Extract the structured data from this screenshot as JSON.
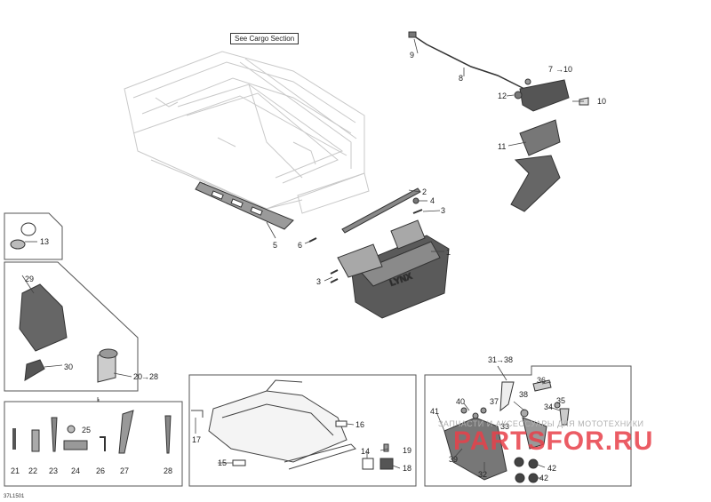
{
  "reference_label": "See Cargo Section",
  "drawing_code": "37L1501",
  "watermark": {
    "subtitle": "ЗАПЧАСТИ И АКСЕССУАРЫ ДЛЯ МОТОТЕХНИКИ",
    "logo_text": "PARTSFOR.RU",
    "subtitle_color": "#b0b0b0",
    "logo_color": "#e8404a"
  },
  "callouts": {
    "c1": "1",
    "c2": "2",
    "c3a": "3",
    "c3b": "3",
    "c4": "4",
    "c5": "5",
    "c6": "6",
    "c7": "7",
    "c7_to": "10",
    "c8": "8",
    "c9": "9",
    "c10": "10",
    "c11": "11",
    "c12": "12",
    "c13": "13",
    "c14": "14",
    "c15": "15",
    "c16": "16",
    "c17": "17",
    "c18": "18",
    "c19": "19",
    "c20": "20",
    "c20_to": "28",
    "c21": "21",
    "c22": "22",
    "c23": "23",
    "c24": "24",
    "c25": "25",
    "c26": "26",
    "c27": "27",
    "c28": "28",
    "c29": "29",
    "c30": "30",
    "c31": "31",
    "c31_to": "38",
    "c32": "32",
    "c33": "33",
    "c34": "34",
    "c35": "35",
    "c36": "36",
    "c37": "37",
    "c38": "38",
    "c39": "39",
    "c40": "40",
    "c41": "41",
    "c42a": "42",
    "c42b": "42"
  }
}
